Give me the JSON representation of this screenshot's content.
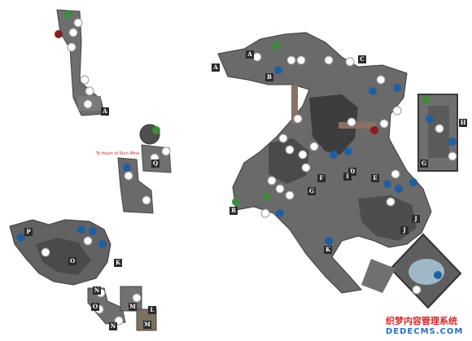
{
  "map": {
    "note_text": "To Heart of Ruin Mine",
    "area_labels": [
      "A",
      "A",
      "A",
      "B",
      "C",
      "D",
      "E",
      "F",
      "G",
      "G",
      "H",
      "I",
      "J",
      "J",
      "K",
      "K",
      "L",
      "M",
      "M",
      "N",
      "N",
      "O",
      "O",
      "P",
      "Q",
      "R"
    ],
    "icon_types": [
      "save-sign",
      "lamp",
      "stairs",
      "sword",
      "feather",
      "info",
      "lock",
      "sigil",
      "blade"
    ],
    "colors": {
      "floor": "#6b6b6b",
      "rock": "#3a3a3a",
      "water": "#9fb8c8",
      "accent_red": "#8c1c1c",
      "marker_blue": "#1f5fa0",
      "marker_green": "#3e8a3e"
    }
  },
  "watermark": {
    "cn": "织梦内容管理系统",
    "en": "DEDECMS.COM"
  }
}
